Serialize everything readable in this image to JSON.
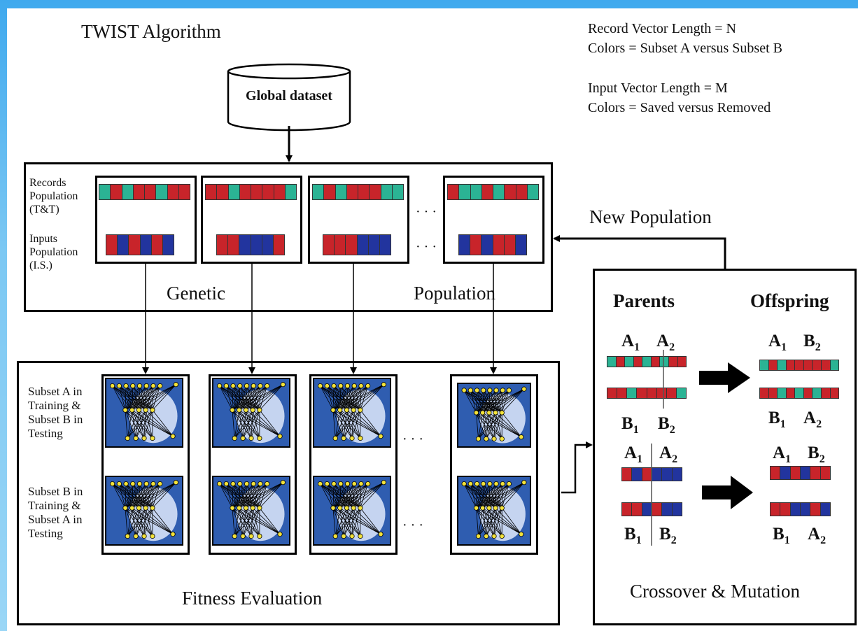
{
  "title": "TWIST Algorithm",
  "legend": {
    "line1": "Record Vector Length = N",
    "line2": "Colors = Subset A versus Subset B",
    "line3": "Input Vector Length = M",
    "line4": "Colors = Saved versus Removed"
  },
  "global_dataset": "Global dataset",
  "genetic": {
    "records_label": "Records\nPopulation\n(T&T)",
    "inputs_label": "Inputs\nPopulation\n(I.S.)",
    "word1": "Genetic",
    "word2": "Population",
    "ellipsis": "· · ·"
  },
  "new_population": "New Population",
  "fitness": {
    "row1_label": "Subset A in\nTraining &\nSubset B in\nTesting",
    "row2_label": "Subset B in\nTraining &\nSubset A in\nTesting",
    "title": "Fitness Evaluation",
    "ellipsis": "· · ·"
  },
  "crossover": {
    "parents": "Parents",
    "offspring": "Offspring",
    "title": "Crossover & Mutation",
    "labels": {
      "A1": "A",
      "A2": "A",
      "B1": "B",
      "B2": "B",
      "sub1": "1",
      "sub2": "2"
    }
  },
  "colors": {
    "green": "#2bb394",
    "red": "#c8242a",
    "blue": "#22349e"
  },
  "vectors": {
    "records": [
      [
        "g",
        "r",
        "g",
        "r",
        "r",
        "g",
        "r",
        "r"
      ],
      [
        "r",
        "r",
        "g",
        "r",
        "r",
        "r",
        "r",
        "g"
      ],
      [
        "g",
        "r",
        "g",
        "r",
        "r",
        "r",
        "g",
        "g"
      ],
      [
        "r",
        "g",
        "g",
        "r",
        "g",
        "r",
        "r",
        "g"
      ]
    ],
    "inputs": [
      [
        "r",
        "b",
        "r",
        "b",
        "r",
        "b"
      ],
      [
        "r",
        "r",
        "b",
        "b",
        "b",
        "r"
      ],
      [
        "r",
        "r",
        "r",
        "b",
        "b",
        "b"
      ],
      [
        "b",
        "r",
        "b",
        "r",
        "r",
        "b"
      ]
    ],
    "parent_top_records": [
      "g",
      "r",
      "g",
      "r",
      "g",
      "r",
      "g",
      "r",
      "r"
    ],
    "parent_bottom_records": [
      "r",
      "r",
      "g",
      "r",
      "r",
      "r",
      "r",
      "g"
    ],
    "offspring_top_records": [
      "g",
      "r",
      "g",
      "r",
      "r",
      "r",
      "r",
      "r",
      "g"
    ],
    "offspring_bottom_records": [
      "r",
      "r",
      "g",
      "r",
      "g",
      "r",
      "g",
      "r",
      "r"
    ],
    "parent_top_inputs": [
      "r",
      "b",
      "r",
      "b",
      "b",
      "b"
    ],
    "parent_bottom_inputs": [
      "r",
      "r",
      "b",
      "r",
      "b",
      "b"
    ],
    "offspring_top_inputs": [
      "r",
      "b",
      "r",
      "b",
      "r",
      "r"
    ],
    "offspring_bottom_inputs": [
      "r",
      "r",
      "b",
      "b",
      "r",
      "b"
    ]
  }
}
